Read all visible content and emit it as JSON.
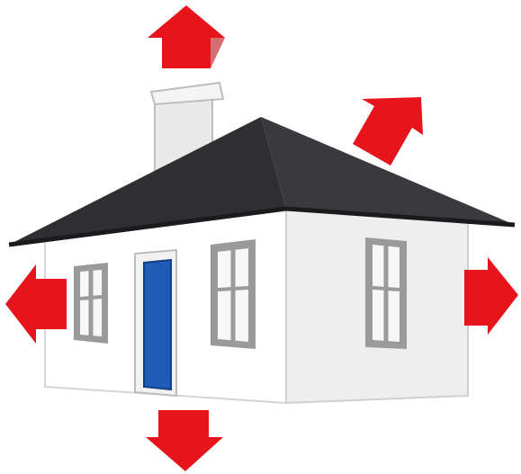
{
  "illustration": {
    "subject": "house-heat-loss-icon",
    "colors": {
      "arrow_red": "#e8141c",
      "arrow_dark": "#b80d14",
      "roof": "#2f2f33",
      "roof_shadow": "#1d1d20",
      "wall_front": "#ffffff",
      "wall_side": "#eeeeee",
      "wall_outline": "#cfcfcf",
      "window_frame": "#9a9a9a",
      "window_glass": "#f7f7f7",
      "door": "#1f5bb8",
      "door_frame": "#d9d9d9",
      "chimney": "#e6e6e6"
    },
    "arrows": [
      {
        "name": "up-arrow-icon",
        "direction": "up"
      },
      {
        "name": "up-right-arrow-icon",
        "direction": "up-right"
      },
      {
        "name": "left-arrow-icon",
        "direction": "left"
      },
      {
        "name": "right-arrow-icon",
        "direction": "right"
      },
      {
        "name": "down-arrow-icon",
        "direction": "down"
      }
    ]
  }
}
